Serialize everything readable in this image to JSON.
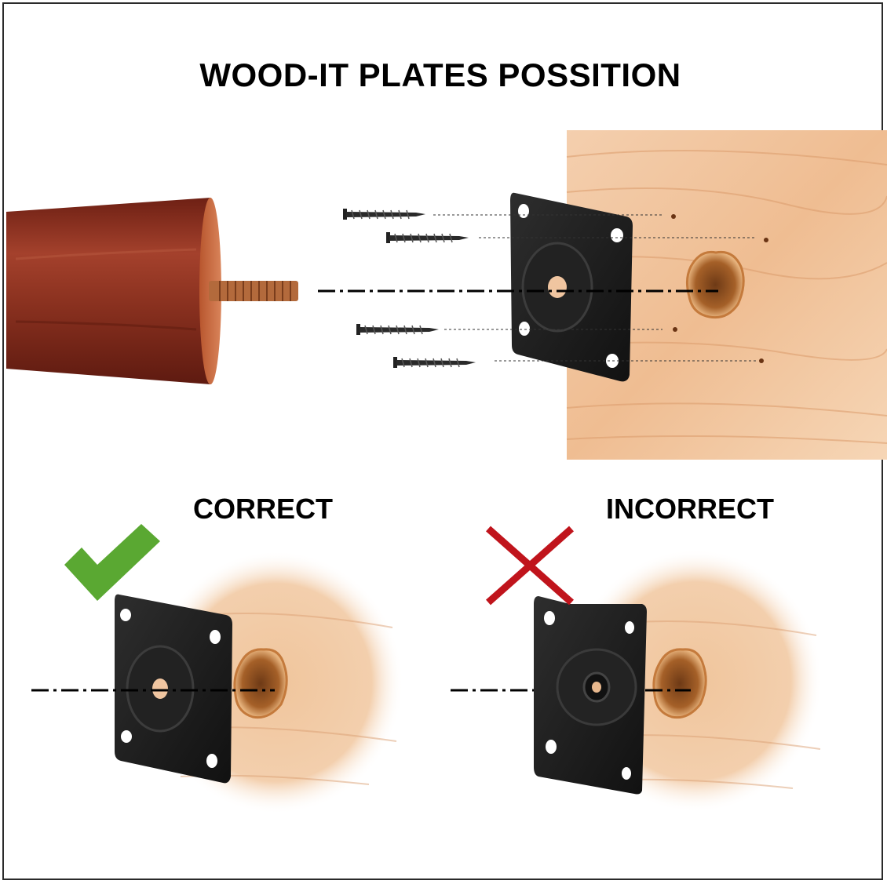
{
  "title": "WOOD-IT PLATES POSSITION",
  "labels": {
    "correct": "CORRECT",
    "incorrect": "INCORRECT"
  },
  "colors": {
    "check": "#5aa832",
    "cross": "#c0141c",
    "leg": "#8a2e1e",
    "wood": "#f2c49a",
    "plate": "#1c1c1c"
  },
  "icons": {
    "correct_mark": "check-mark-icon",
    "incorrect_mark": "cross-mark-icon"
  }
}
